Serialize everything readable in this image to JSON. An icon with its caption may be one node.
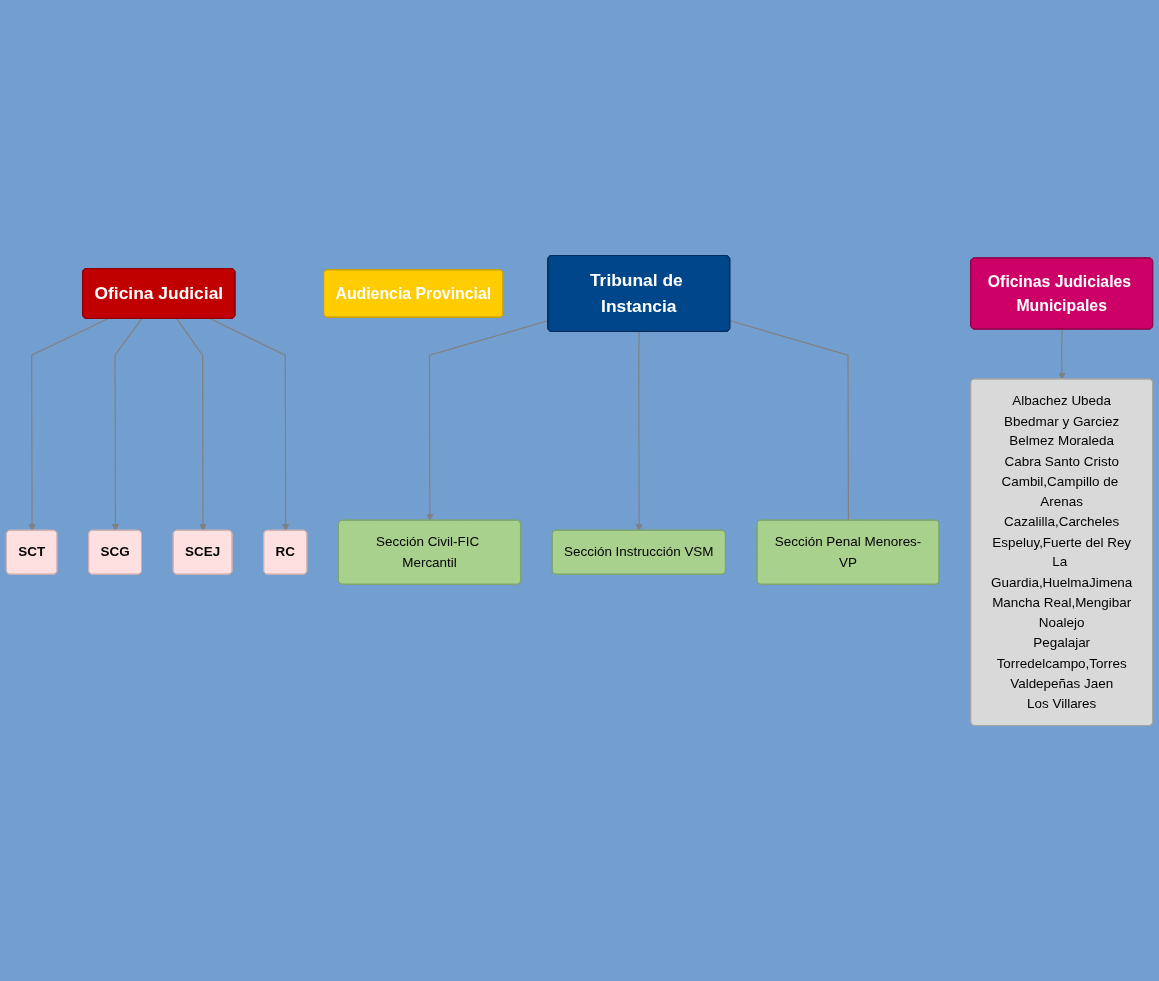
{
  "diagram": {
    "nodes": [
      {
        "text": [
          "Oficina Judicial"
        ]
      },
      {
        "text": [
          "Audiencia Provincial"
        ]
      },
      {
        "text": [
          "Tribunal de Instancia"
        ]
      },
      {
        "text": [
          "SCT"
        ]
      },
      {
        "text": [
          "SCG"
        ]
      },
      {
        "text": [
          "SCEJ"
        ]
      },
      {
        "text": [
          "RC"
        ]
      },
      {
        "text": [
          "Sección Civil-FIC Mercantil"
        ]
      },
      {
        "text": [
          "Sección Instrucción VSM"
        ]
      },
      {
        "text": [
          "Sección Penal Menores-VP"
        ]
      },
      {
        "text": [
          "Albachez Ubeda",
          "Bbedmar y Garciez",
          "Belmez Moraleda",
          "Cabra Santo Cristo",
          "Cambil,Campillo de Arenas",
          "Cazalilla,Carcheles",
          "Espeluy,Fuerte del Rey",
          "La Guardia,HuelmaJimena",
          "Mancha Real,Mengibar",
          "Noalejo",
          "Pegalajar",
          "Torredelcampo,Torres",
          "Valdepeñas Jaen",
          "Los Villares"
        ]
      },
      {
        "text": [
          "Oficinas Judiciales Municipales"
        ]
      }
    ],
    "edges": [
      {
        "from": 0,
        "to": 3,
        "arrow": "to"
      },
      {
        "from": 0,
        "to": 4,
        "arrow": "to"
      },
      {
        "from": 0,
        "to": 5,
        "arrow": "to"
      },
      {
        "from": 0,
        "to": 6,
        "arrow": "to"
      },
      {
        "from": 2,
        "to": 7,
        "arrow": "to"
      },
      {
        "from": 2,
        "to": 8,
        "arrow": "to"
      },
      {
        "from": 2,
        "to": 9,
        "arrow": "none"
      },
      {
        "from": 11,
        "to": 10,
        "arrow": "to"
      }
    ]
  }
}
